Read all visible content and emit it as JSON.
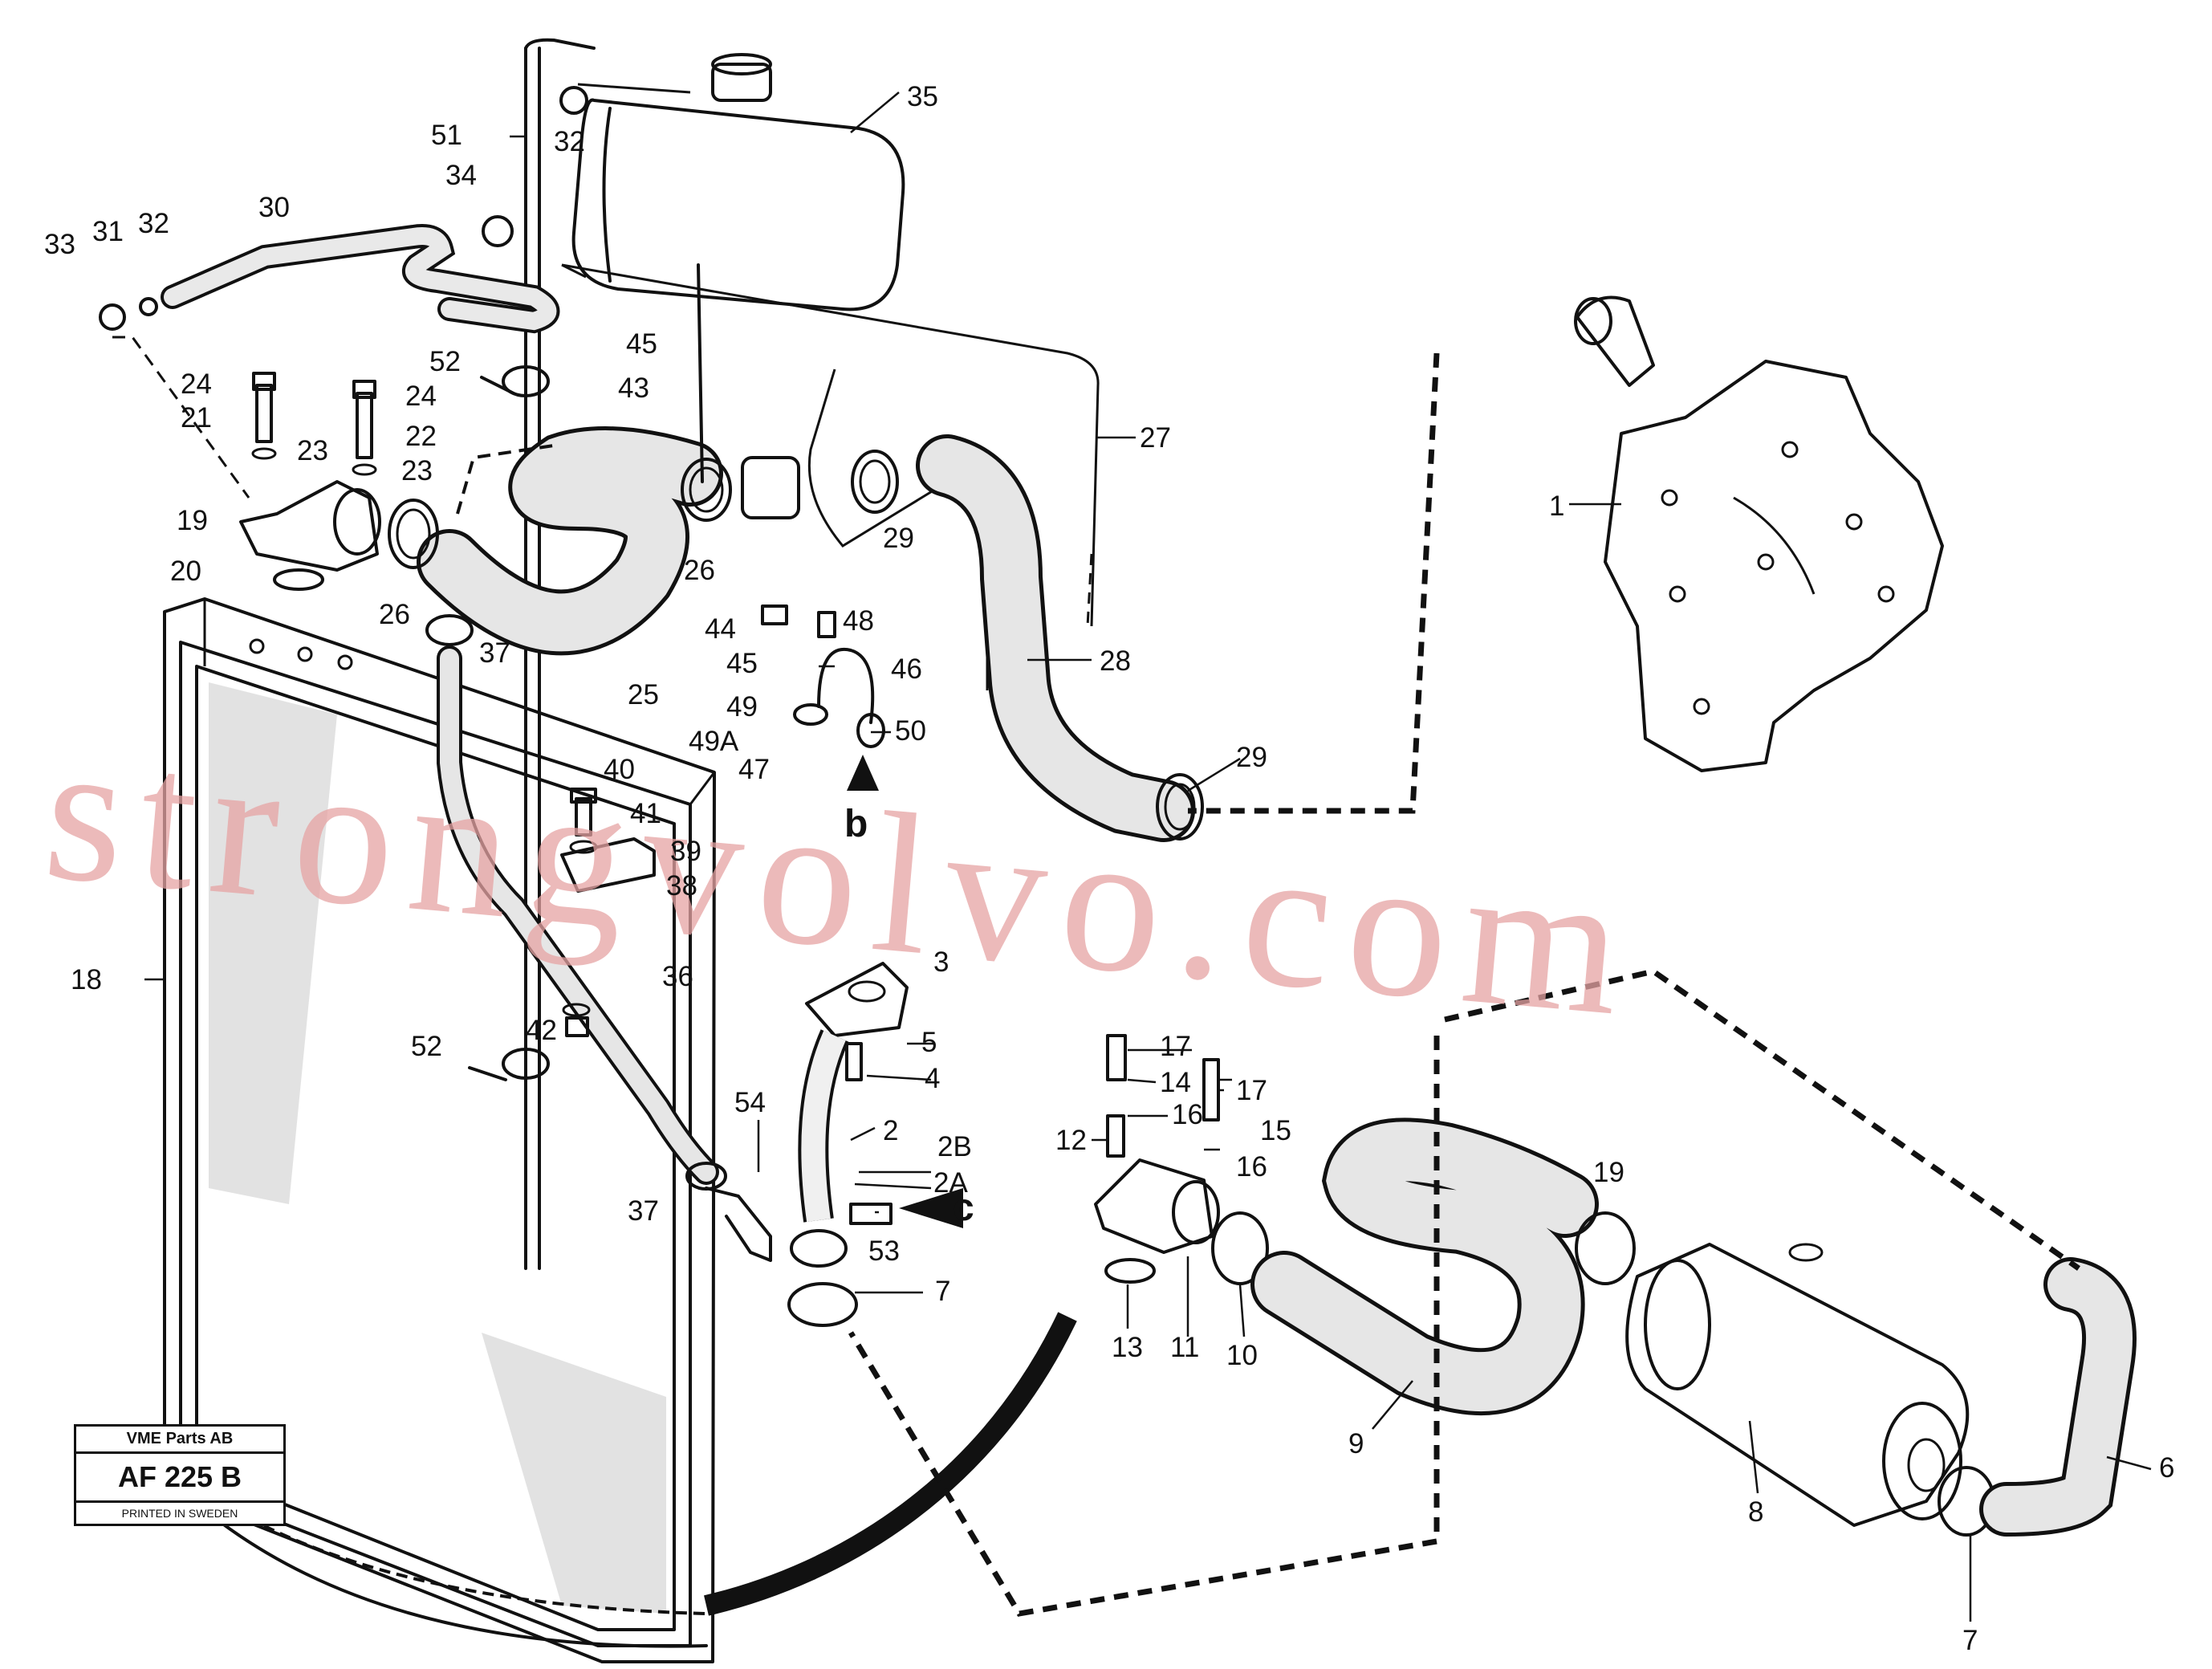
{
  "callouts": {
    "c1": "1",
    "c2": "2",
    "c2a": "2A",
    "c2b": "2B",
    "c3": "3",
    "c4": "4",
    "c5": "5",
    "c6": "6",
    "c7a": "7",
    "c7b": "7",
    "c8": "8",
    "c9": "9",
    "c10": "10",
    "c11": "11",
    "c12": "12",
    "c13": "13",
    "c14": "14",
    "c15": "15",
    "c16a": "16",
    "c16b": "16",
    "c17a": "17",
    "c17b": "17",
    "c18": "18",
    "c19": "19",
    "c19b": "19",
    "c20": "20",
    "c21": "21",
    "c22": "22",
    "c23a": "23",
    "c23b": "23",
    "c24a": "24",
    "c24b": "24",
    "c25": "25",
    "c26a": "26",
    "c26b": "26",
    "c27": "27",
    "c28": "28",
    "c29a": "29",
    "c29b": "29",
    "c30": "30",
    "c31": "31",
    "c32a": "32",
    "c32b": "32",
    "c33": "33",
    "c34": "34",
    "c35": "35",
    "c36": "36",
    "c37a": "37",
    "c37b": "37",
    "c38": "38",
    "c39": "39",
    "c40": "40",
    "c41": "41",
    "c42": "42",
    "c43": "43",
    "c44": "44",
    "c45a": "45",
    "c45b": "45",
    "c46": "46",
    "c47": "47",
    "c48": "48",
    "c49": "49",
    "c49a": "49A",
    "c50": "50",
    "c51": "51",
    "c52a": "52",
    "c52b": "52",
    "c53": "53",
    "c54": "54",
    "view_b": "b",
    "view_c": "c"
  },
  "watermark": "strongvolvo.com",
  "stamp": {
    "company": "VME Parts AB",
    "code": "AF 225 B",
    "printed": "PRINTED IN SWEDEN"
  }
}
